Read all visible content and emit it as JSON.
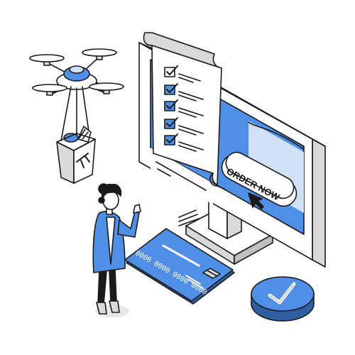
{
  "order_button": {
    "label": "ORDER NOW"
  },
  "credit_card": {
    "number": "0000 0000 0000 0000"
  },
  "checklist": {
    "checked_items": 5,
    "total_items": 5
  },
  "colors": {
    "accent": "#4f8fe6",
    "outline": "#1a1a1a",
    "light_gray": "#d9d9d9",
    "pale_blue": "#cfe0f7"
  },
  "icons": [
    "drone-icon",
    "delivery-bag-icon",
    "checklist-icon",
    "cursor-icon",
    "credit-card-icon",
    "checkmark-badge-icon"
  ]
}
